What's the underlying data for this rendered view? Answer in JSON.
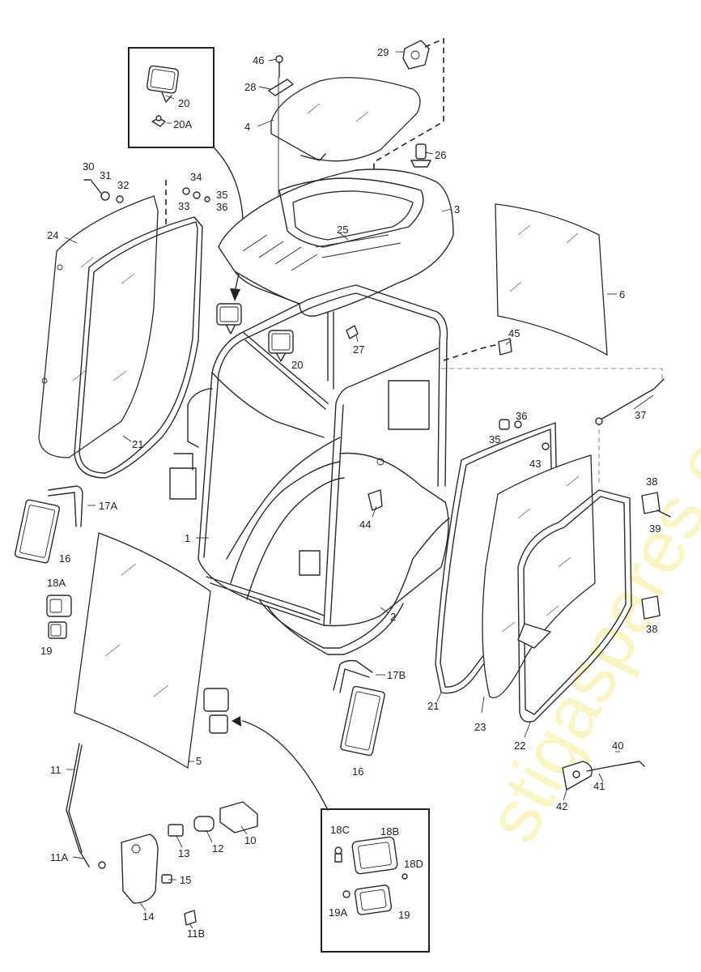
{
  "watermark": "stigaspares.co.uk",
  "part_labels": [
    {
      "id": "p1",
      "text": "1"
    },
    {
      "id": "p2",
      "text": "2"
    },
    {
      "id": "p3",
      "text": "3"
    },
    {
      "id": "p4",
      "text": "4"
    },
    {
      "id": "p5",
      "text": "5"
    },
    {
      "id": "p6",
      "text": "6"
    },
    {
      "id": "p10",
      "text": "10"
    },
    {
      "id": "p11",
      "text": "11"
    },
    {
      "id": "p11A",
      "text": "11A"
    },
    {
      "id": "p11B",
      "text": "11B"
    },
    {
      "id": "p12",
      "text": "12"
    },
    {
      "id": "p13",
      "text": "13"
    },
    {
      "id": "p14",
      "text": "14"
    },
    {
      "id": "p15",
      "text": "15"
    },
    {
      "id": "p16a",
      "text": "16"
    },
    {
      "id": "p16b",
      "text": "16"
    },
    {
      "id": "p17A",
      "text": "17A"
    },
    {
      "id": "p17B",
      "text": "17B"
    },
    {
      "id": "p18A",
      "text": "18A"
    },
    {
      "id": "p18B",
      "text": "18B"
    },
    {
      "id": "p18C",
      "text": "18C"
    },
    {
      "id": "p18D",
      "text": "18D"
    },
    {
      "id": "p19a",
      "text": "19"
    },
    {
      "id": "p19b",
      "text": "19"
    },
    {
      "id": "p19A",
      "text": "19A"
    },
    {
      "id": "p20a",
      "text": "20"
    },
    {
      "id": "p20b",
      "text": "20"
    },
    {
      "id": "p20A",
      "text": "20A"
    },
    {
      "id": "p21a",
      "text": "21"
    },
    {
      "id": "p21b",
      "text": "21"
    },
    {
      "id": "p22",
      "text": "22"
    },
    {
      "id": "p23",
      "text": "23"
    },
    {
      "id": "p24",
      "text": "24"
    },
    {
      "id": "p25",
      "text": "25"
    },
    {
      "id": "p26",
      "text": "26"
    },
    {
      "id": "p27",
      "text": "27"
    },
    {
      "id": "p28",
      "text": "28"
    },
    {
      "id": "p29",
      "text": "29"
    },
    {
      "id": "p30",
      "text": "30"
    },
    {
      "id": "p31",
      "text": "31"
    },
    {
      "id": "p32",
      "text": "32"
    },
    {
      "id": "p33",
      "text": "33"
    },
    {
      "id": "p34",
      "text": "34"
    },
    {
      "id": "p35a",
      "text": "35"
    },
    {
      "id": "p35b",
      "text": "35"
    },
    {
      "id": "p36a",
      "text": "36"
    },
    {
      "id": "p36b",
      "text": "36"
    },
    {
      "id": "p37",
      "text": "37"
    },
    {
      "id": "p38a",
      "text": "38"
    },
    {
      "id": "p38b",
      "text": "38"
    },
    {
      "id": "p39",
      "text": "39"
    },
    {
      "id": "p40",
      "text": "40"
    },
    {
      "id": "p41",
      "text": "41"
    },
    {
      "id": "p42",
      "text": "42"
    },
    {
      "id": "p43",
      "text": "43"
    },
    {
      "id": "p44",
      "text": "44"
    },
    {
      "id": "p45",
      "text": "45"
    },
    {
      "id": "p46",
      "text": "46"
    }
  ]
}
